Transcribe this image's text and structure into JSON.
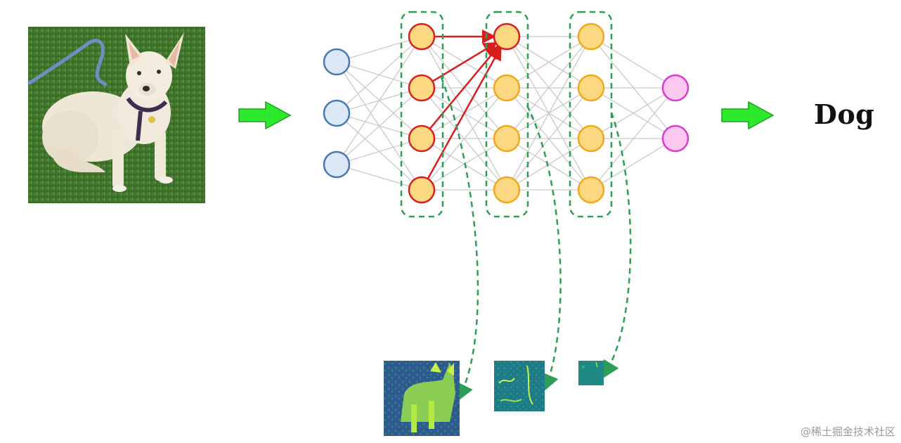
{
  "diagram": {
    "output_label": "Dog",
    "watermark": "@稀土掘金技术社区",
    "colors": {
      "input_fill": "#dbe8f6",
      "input_stroke": "#4a78b4",
      "highlight_fill": "#fdd882",
      "highlight_stroke": "#d81e1e",
      "hidden_fill": "#fdd882",
      "hidden_stroke": "#f2a81c",
      "output_fill": "#fbc8f0",
      "output_stroke": "#d93ad0",
      "edge": "#c9c9c9",
      "highlight_edge": "#d81e1e",
      "group_dash": "#2e9e55",
      "arrow": "#2ee82e",
      "arrow_stroke": "#1aa51a"
    },
    "icons": [
      "dog-photo",
      "feature-map",
      "right-arrow-icon"
    ]
  }
}
